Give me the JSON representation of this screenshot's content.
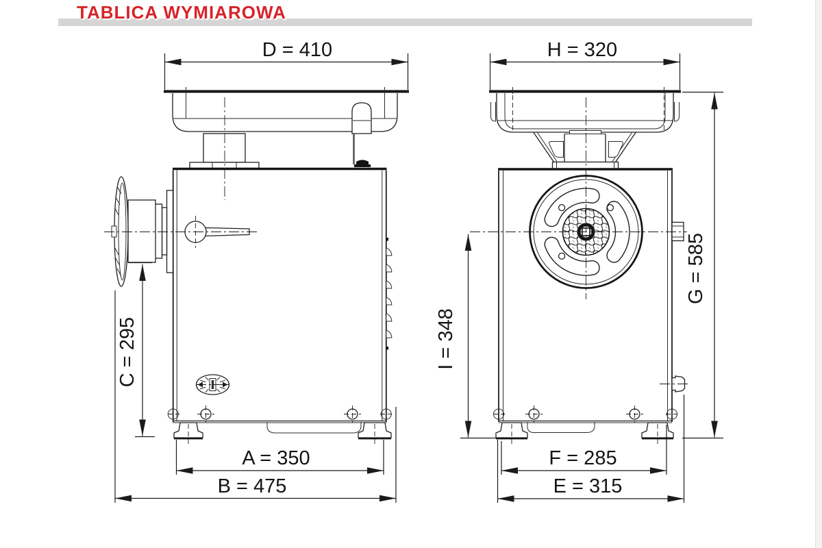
{
  "title": "TABLICA WYMIAROWA",
  "colors": {
    "accent": "#d7232a",
    "underline_bar": "#d5d5d5",
    "ink": "#1b1b1b"
  },
  "dims": {
    "D": {
      "letter": "D",
      "value": 410,
      "label": "D = 410"
    },
    "H": {
      "letter": "H",
      "value": 320,
      "label": "H = 320"
    },
    "C": {
      "letter": "C",
      "value": 295,
      "label": "C = 295"
    },
    "A": {
      "letter": "A",
      "value": 350,
      "label": "A = 350"
    },
    "B": {
      "letter": "B",
      "value": 475,
      "label": "B = 475"
    },
    "I": {
      "letter": "I",
      "value": 348,
      "label": "I = 348"
    },
    "G": {
      "letter": "G",
      "value": 585,
      "label": "G = 585"
    },
    "F": {
      "letter": "F",
      "value": 285,
      "label": "F = 285"
    },
    "E": {
      "letter": "E",
      "value": 315,
      "label": "E = 315"
    }
  }
}
